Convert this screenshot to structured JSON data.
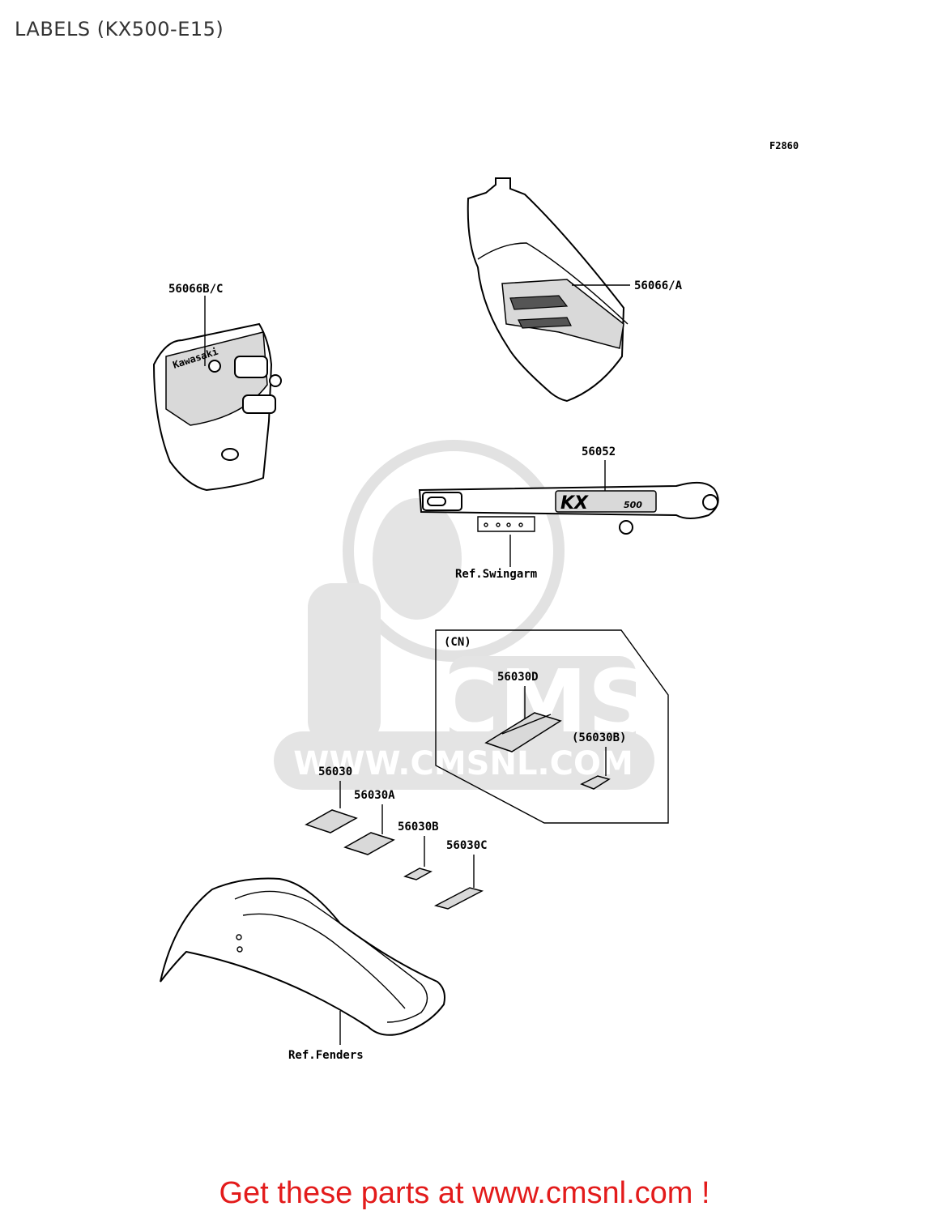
{
  "title": "LABELS (KX500-E15)",
  "figure_code": "F2860",
  "watermark": {
    "logo_text": "CMS",
    "url_text": "WWW.CMSNL.COM"
  },
  "callouts": {
    "side_cover": "56066B/C",
    "fuel_tank": "56066/A",
    "swingarm_decal": "56052",
    "swingarm_ref": "Ref.Swingarm",
    "cn_group": "(CN)",
    "cn_label_d": "56030D",
    "cn_label_b": "(56030B)",
    "label_56030": "56030",
    "label_56030a": "56030A",
    "label_56030b": "56030B",
    "label_56030c": "56030C",
    "fenders_ref": "Ref.Fenders"
  },
  "swingarm_logo": "KX",
  "swingarm_logo_num": "500",
  "cover_logo": "Kawasaki",
  "footer": "Get these parts at www.cmsnl.com !"
}
